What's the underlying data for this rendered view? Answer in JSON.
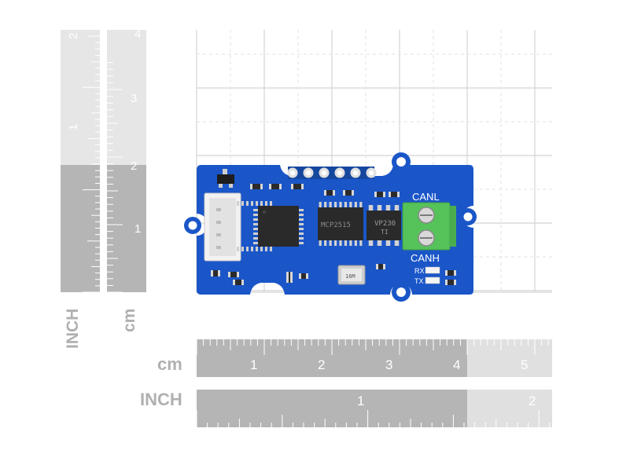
{
  "vertical_ruler": {
    "inch_label": "INCH",
    "cm_label": "cm",
    "inch_numbers": [
      "1",
      "2"
    ],
    "cm_numbers": [
      "1",
      "2",
      "3",
      "4"
    ]
  },
  "horizontal_ruler": {
    "cm_label": "cm",
    "inch_label": "INCH",
    "cm_numbers": [
      "1",
      "2",
      "3",
      "4",
      "5"
    ],
    "inch_numbers": [
      "1",
      "2"
    ]
  },
  "board": {
    "canl_label": "CANL",
    "canh_label": "CANH",
    "rx_label": "RX",
    "tx_label": "TX",
    "chip_left_marking": "MCP2515",
    "chip_right_marking": "VP230",
    "chip_right_sub": "TI",
    "crystal_marking": "16M",
    "colors": {
      "pcb": "#1a56c8",
      "terminal": "#56c25a",
      "connector": "#f2f2f2",
      "chip": "#2a2a2a"
    }
  }
}
